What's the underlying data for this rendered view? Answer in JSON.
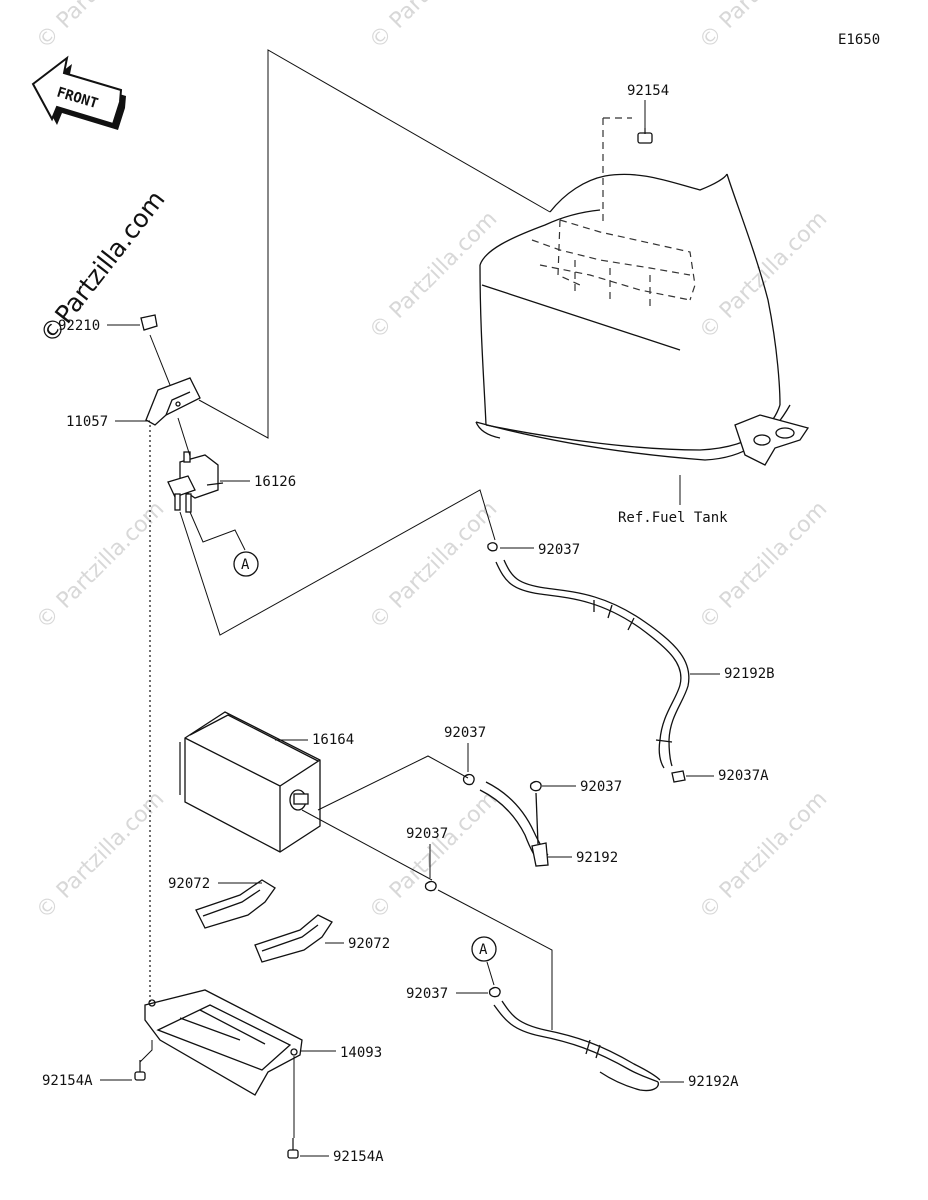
{
  "diagram_code": "E1650",
  "front_arrow": "FRONT",
  "brand_watermark": "©Partzilla.com",
  "watermark_text": "© Partzilla.com",
  "ref_text": "Ref.Fuel Tank",
  "callout_letter": "A",
  "parts": {
    "p92154": "92154",
    "p92210": "92210",
    "p11057": "11057",
    "p16126": "16126",
    "p92037_a": "92037",
    "p92192B": "92192B",
    "p16164": "16164",
    "p92037_b": "92037",
    "p92037_c": "92037",
    "p92037A": "92037A",
    "p92192": "92192",
    "p92037_d": "92037",
    "p92072_a": "92072",
    "p92072_b": "92072",
    "p92037_e": "92037",
    "p14093": "14093",
    "p92192A": "92192A",
    "p92154A_a": "92154A",
    "p92154A_b": "92154A"
  }
}
